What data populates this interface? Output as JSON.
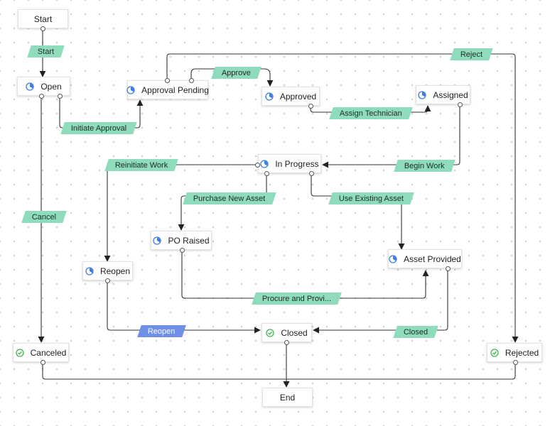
{
  "diagram": {
    "states": {
      "start": {
        "label": "Start",
        "icon": "none"
      },
      "open": {
        "label": "Open",
        "icon": "clock-icon"
      },
      "approval_pending": {
        "label": "Approval Pending",
        "icon": "clock-icon"
      },
      "approved": {
        "label": "Approved",
        "icon": "clock-icon"
      },
      "assigned": {
        "label": "Assigned",
        "icon": "clock-icon"
      },
      "in_progress": {
        "label": "In Progress",
        "icon": "clock-icon"
      },
      "po_raised": {
        "label": "PO Raised",
        "icon": "clock-icon"
      },
      "asset_provided": {
        "label": "Asset Provided",
        "icon": "clock-icon"
      },
      "reopen": {
        "label": "Reopen",
        "icon": "clock-icon"
      },
      "closed": {
        "label": "Closed",
        "icon": "check-circle-icon"
      },
      "canceled": {
        "label": "Canceled",
        "icon": "check-circle-icon"
      },
      "rejected": {
        "label": "Rejected",
        "icon": "check-circle-icon"
      },
      "end": {
        "label": "End",
        "icon": "none"
      }
    },
    "transitions": {
      "start": {
        "label": "Start",
        "from": "Start",
        "to": "Open"
      },
      "initiate_approval": {
        "label": "Initiate Approval",
        "from": "Open",
        "to": "Approval Pending"
      },
      "approve": {
        "label": "Approve",
        "from": "Approval Pending",
        "to": "Approved"
      },
      "reject": {
        "label": "Reject",
        "from": "Approval Pending",
        "to": "Rejected"
      },
      "assign_technician": {
        "label": "Assign Technician",
        "from": "Approved",
        "to": "Assigned"
      },
      "begin_work": {
        "label": "Begin Work",
        "from": "Assigned",
        "to": "In Progress"
      },
      "reinitiate_work": {
        "label": "Reinitiate Work",
        "from": "In Progress",
        "to": "Reopen"
      },
      "purchase_new_asset": {
        "label": "Purchase New Asset",
        "from": "In Progress",
        "to": "PO Raised"
      },
      "use_existing_asset": {
        "label": "Use Existing Asset",
        "from": "In Progress",
        "to": "Asset Provided"
      },
      "cancel": {
        "label": "Cancel",
        "from": "Open",
        "to": "Canceled"
      },
      "procure_and_provide": {
        "label": "Procure and Provi...",
        "from": "PO Raised",
        "to": "Asset Provided"
      },
      "reopen": {
        "label": "Reopen",
        "from": "Reopen",
        "to": "Closed",
        "selected": true
      },
      "closed": {
        "label": "Closed",
        "from": "Asset Provided",
        "to": "Closed"
      }
    },
    "colors": {
      "transition_label": "#8fdcbd",
      "selected_transition_label": "#6f8fe6",
      "clock_icon": "#3d7de0",
      "check_icon": "#3fb24f",
      "connector": "#333333",
      "grid_dot": "#c9c9c9"
    }
  }
}
